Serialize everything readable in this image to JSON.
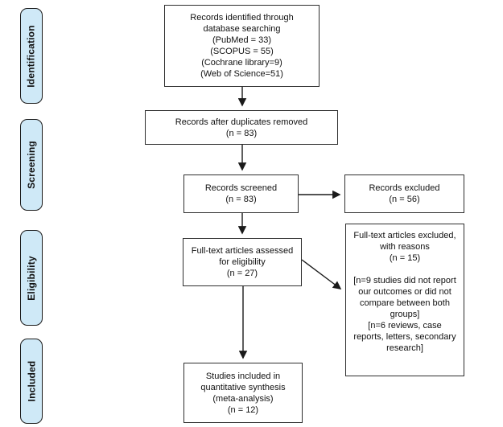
{
  "sidebar": {
    "stages": [
      {
        "label": "Identification"
      },
      {
        "label": "Screening"
      },
      {
        "label": "Eligibility"
      },
      {
        "label": "Included"
      }
    ]
  },
  "boxes": {
    "identified": {
      "text": "Records identified through\ndatabase searching\n(PubMed = 33)\n(SCOPUS = 55)\n(Cochrane library=9)\n(Web of Science=51)"
    },
    "duplicates_removed": {
      "text": "Records after duplicates removed\n(n = 83)"
    },
    "screened": {
      "text": "Records screened\n(n = 83)"
    },
    "excluded": {
      "text": "Records excluded\n(n = 56)"
    },
    "fulltext_assessed": {
      "text": "Full-text articles assessed\nfor eligibility\n(n = 27)"
    },
    "fulltext_excluded": {
      "text": "Full-text articles excluded,\nwith reasons\n(n = 15)\n\n[n=9 studies did not report\nour outcomes or did not\ncompare between both\ngroups]\n[n=6 reviews, case\nreports, letters, secondary\nresearch]"
    },
    "included_synthesis": {
      "text": "Studies included in\nquantitative synthesis\n(meta-analysis)\n(n = 12)"
    }
  },
  "colors": {
    "stage_fill": "#cfe9f7",
    "stage_border": "#1a1a1a",
    "box_fill": "#ffffff",
    "box_border": "#2e2e2e",
    "arrow": "#1a1a1a",
    "text": "#111111",
    "background": "#ffffff"
  }
}
